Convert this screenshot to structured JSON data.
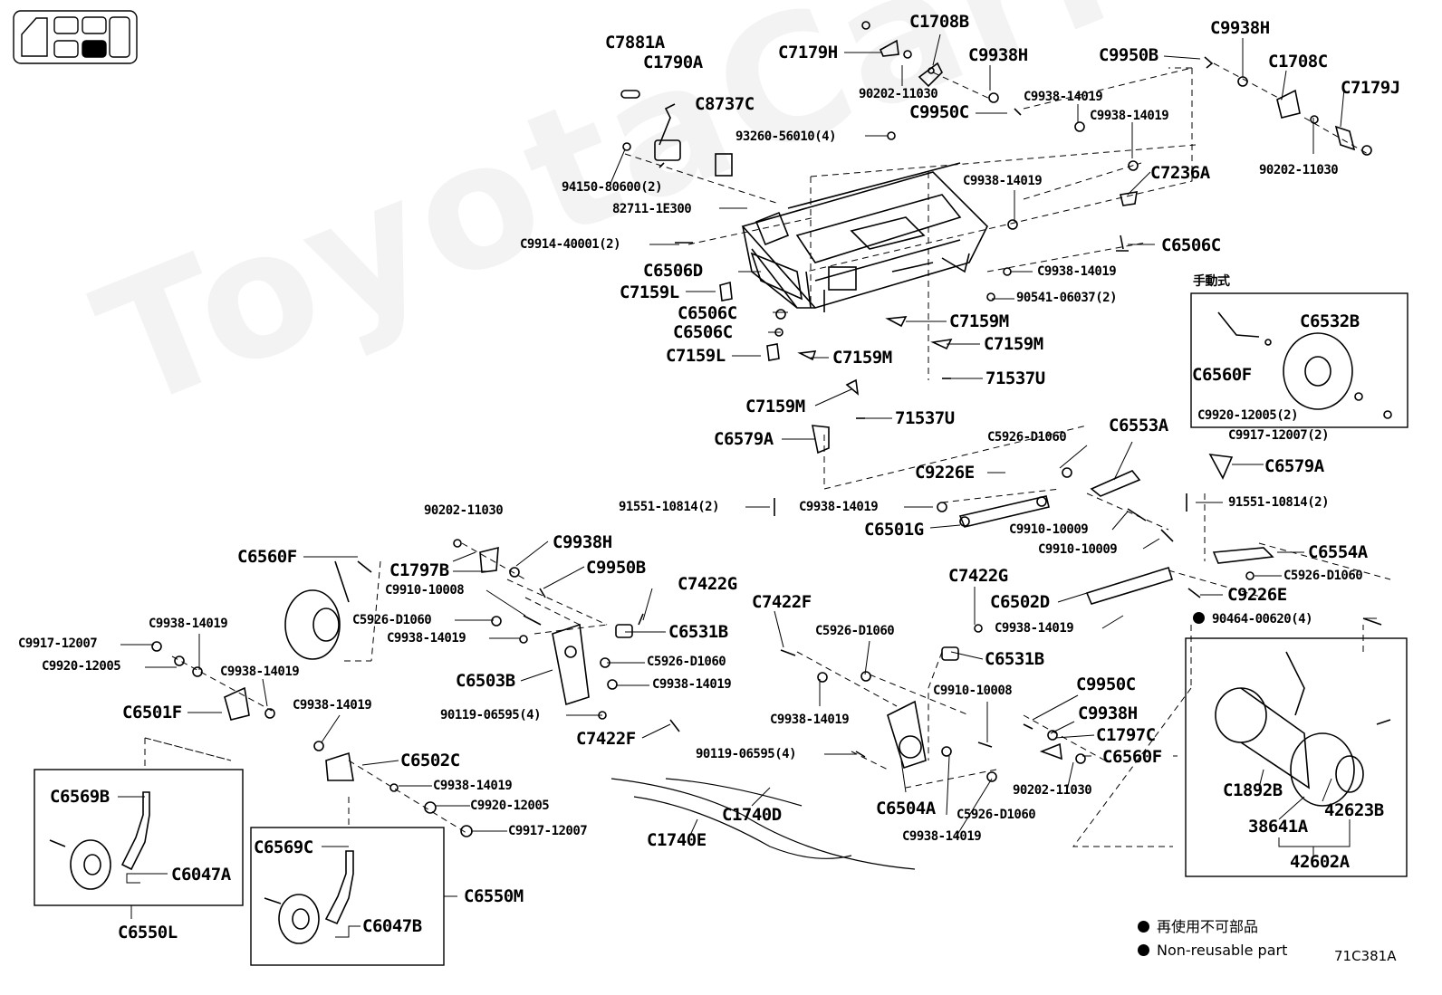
{
  "watermark": "ToyotaCarMarket.ru",
  "figure_code": "71C381A",
  "group_heading": "手動式",
  "legend": {
    "line1": "再使用不可部品",
    "line2": "Non-reusable part"
  },
  "labels": {
    "C7881A": "C7881A",
    "C1790A": "C1790A",
    "C8737C": "C8737C",
    "C7179H": "C7179H",
    "C1708B": "C1708B",
    "C9938H_a": "C9938H",
    "C9950B_a": "C9950B",
    "C9938H_b": "C9938H",
    "C1708C": "C1708C",
    "C7179J": "C7179J",
    "p90202_11030_a": "90202-11030",
    "p90202_11030_b": "90202-11030",
    "p93260": "93260-56010(4)",
    "C9950C_a": "C9950C",
    "C9938_14019_a": "C9938-14019",
    "C9938_14019_b": "C9938-14019",
    "C9938_14019_c": "C9938-14019",
    "C9938_14019_d": "C9938-14019",
    "C7236A": "C7236A",
    "p94150": "94150-80600(2)",
    "p82711": "82711-1E300",
    "C9914": "C9914-40001(2)",
    "C6506C_a": "C6506C",
    "C6506D": "C6506D",
    "C7159L_a": "C7159L",
    "p90541": "90541-06037(2)",
    "C6506C_b": "C6506C",
    "C6506C_c": "C6506C",
    "C7159M_a": "C7159M",
    "C7159M_b": "C7159M",
    "C7159L_b": "C7159L",
    "C7159M_c": "C7159M",
    "p71537U_a": "71537U",
    "C7159M_d": "C7159M",
    "p71537U_b": "71537U",
    "C6579A_a": "C6579A",
    "C5926_D1060_a": "C5926-D1060",
    "C6553A": "C6553A",
    "C9226E_a": "C9226E",
    "C6532B": "C6532B",
    "C6560F_a": "C6560F",
    "C9920_12005_a": "C9920-12005(2)",
    "C9917_12007_a": "C9917-12007(2)",
    "C6579A_b": "C6579A",
    "p91551_a": "91551-10814(2)",
    "p91551_b": "91551-10814(2)",
    "C9938_14019_e": "C9938-14019",
    "C6501G": "C6501G",
    "C9910_10009_a": "C9910-10009",
    "C9910_10009_b": "C9910-10009",
    "C6554A": "C6554A",
    "C5926_D1060_b": "C5926-D1060",
    "C9226E_b": "C9226E",
    "p90202_11030_c": "90202-11030",
    "C6560F_b": "C6560F",
    "C9938H_c": "C9938H",
    "C1797B": "C1797B",
    "C9950B_b": "C9950B",
    "C9910_10008_a": "C9910-10008",
    "C7422G_a": "C7422G",
    "C5926_D1060_c": "C5926-D1060",
    "C6531B_a": "C6531B",
    "C9938_14019_f": "C9938-14019",
    "C5926_D1060_d": "C5926-D1060",
    "C6503B": "C6503B",
    "C9938_14019_g": "C9938-14019",
    "p90119_a": "90119-06595(4)",
    "C7422F_a": "C7422F",
    "C9938_14019_h": "C9938-14019",
    "C9917_12007_b": "C9917-12007",
    "C9920_12005_b": "C9920-12005",
    "C9938_14019_i": "C9938-14019",
    "C6501F": "C6501F",
    "C7422G_b": "C7422G",
    "C6502D": "C6502D",
    "C7422F_b": "C7422F",
    "C5926_D1060_e": "C5926-D1060",
    "C9938_14019_j": "C9938-14019",
    "p90464": "90464-00620(4)",
    "C6531B_b": "C6531B",
    "C9910_10008_b": "C9910-10008",
    "C9950C_b": "C9950C",
    "C9938_14019_k": "C9938-14019",
    "C9938H_d": "C9938H",
    "C1797C": "C1797C",
    "C6560F_c": "C6560F",
    "p90119_b": "90119-06595(4)",
    "p90202_11030_d": "90202-11030",
    "C6504A": "C6504A",
    "C5926_D1060_f": "C5926-D1060",
    "C9938_14019_l": "C9938-14019",
    "C9938_14019_m": "C9938-14019",
    "C6502C": "C6502C",
    "C9938_14019_n": "C9938-14019",
    "C9920_12005_c": "C9920-12005",
    "C9917_12007_c": "C9917-12007",
    "C1740D": "C1740D",
    "C1740E": "C1740E",
    "C1892B": "C1892B",
    "p42623B": "42623B",
    "p38641A": "38641A",
    "p42602A": "42602A",
    "C6569B": "C6569B",
    "C6047A": "C6047A",
    "C6550L": "C6550L",
    "C6569C": "C6569C",
    "C6550M": "C6550M",
    "C6047B": "C6047B"
  }
}
